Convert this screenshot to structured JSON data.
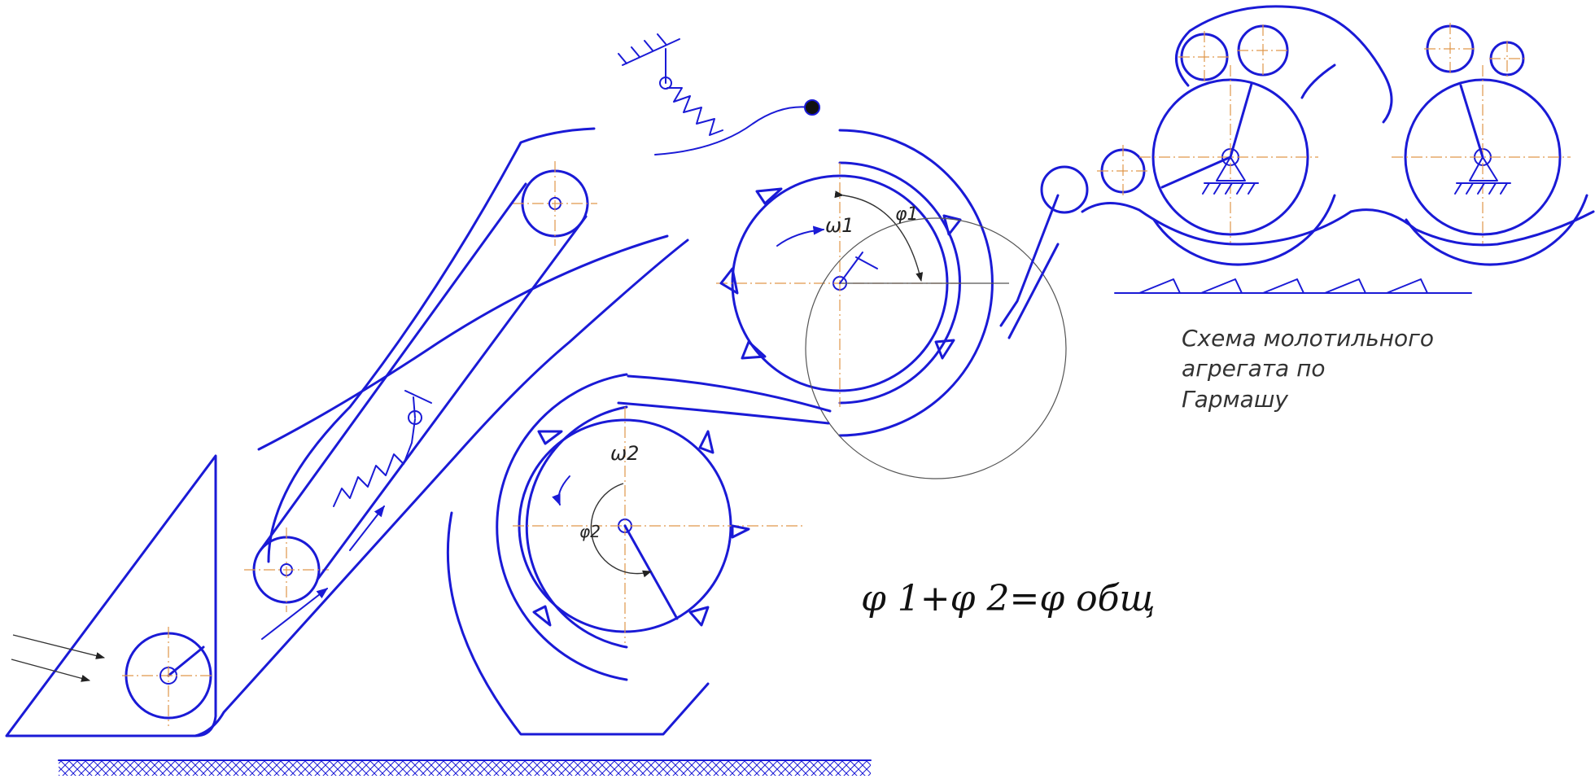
{
  "labels": {
    "omega1": "ω1",
    "omega2": "ω2",
    "phi1": "φ1",
    "phi2": "φ2"
  },
  "formula": "φ 1+φ 2=φ общ",
  "caption_lines": [
    "Схема молотильного",
    "агрегата по",
    "Гармашу"
  ],
  "colors": {
    "line": "#1a1ad6",
    "axis": "#e0964a",
    "thin": "#555555"
  }
}
